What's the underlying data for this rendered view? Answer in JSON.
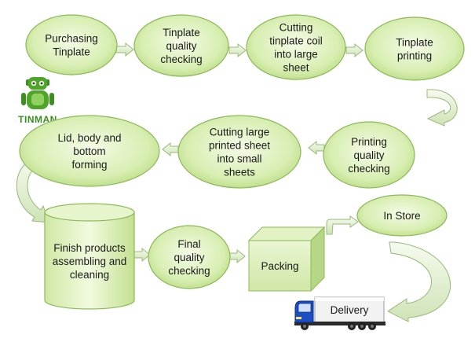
{
  "logo": {
    "text": "TINMAN"
  },
  "colors": {
    "node_fill_light": "#eef8d8",
    "node_fill_dark": "#bfe08a",
    "node_stroke": "#8cb85a",
    "arrow_fill": "#dfeecb",
    "arrow_stroke": "#98b878",
    "truck_cab": "#1a4fc4",
    "truck_box": "#f0f0f0",
    "logo_green": "#3a8f1f"
  },
  "steps": [
    {
      "id": "purchasing-tinplate",
      "shape": "ellipse",
      "lines": [
        "Purchasing",
        "Tinplate"
      ]
    },
    {
      "id": "tinplate-quality-checking",
      "shape": "ellipse",
      "lines": [
        "Tinplate",
        "quality",
        "checking"
      ]
    },
    {
      "id": "cutting-tinplate-coil",
      "shape": "ellipse",
      "lines": [
        "Cutting",
        "tinplate coil",
        "into large",
        "sheet"
      ]
    },
    {
      "id": "tinplate-printing",
      "shape": "ellipse",
      "lines": [
        "Tinplate",
        "printing"
      ]
    },
    {
      "id": "printing-quality-checking",
      "shape": "ellipse",
      "lines": [
        "Printing",
        "quality",
        "checking"
      ]
    },
    {
      "id": "cutting-large-printed-sheet",
      "shape": "ellipse",
      "lines": [
        "Cutting large",
        "printed sheet",
        "into small",
        "sheets"
      ]
    },
    {
      "id": "lid-body-bottom-forming",
      "shape": "ellipse",
      "lines": [
        "Lid, body and",
        "bottom",
        "forming"
      ]
    },
    {
      "id": "finish-products-assembling",
      "shape": "cylinder",
      "lines": [
        "Finish products",
        "assembling and",
        "cleaning"
      ]
    },
    {
      "id": "final-quality-checking",
      "shape": "ellipse",
      "lines": [
        "Final",
        "quality",
        "checking"
      ]
    },
    {
      "id": "packing",
      "shape": "cube",
      "lines": [
        "Packing"
      ]
    },
    {
      "id": "in-store",
      "shape": "ellipse",
      "lines": [
        "In Store"
      ]
    },
    {
      "id": "delivery",
      "shape": "truck",
      "lines": [
        "Delivery"
      ]
    }
  ]
}
